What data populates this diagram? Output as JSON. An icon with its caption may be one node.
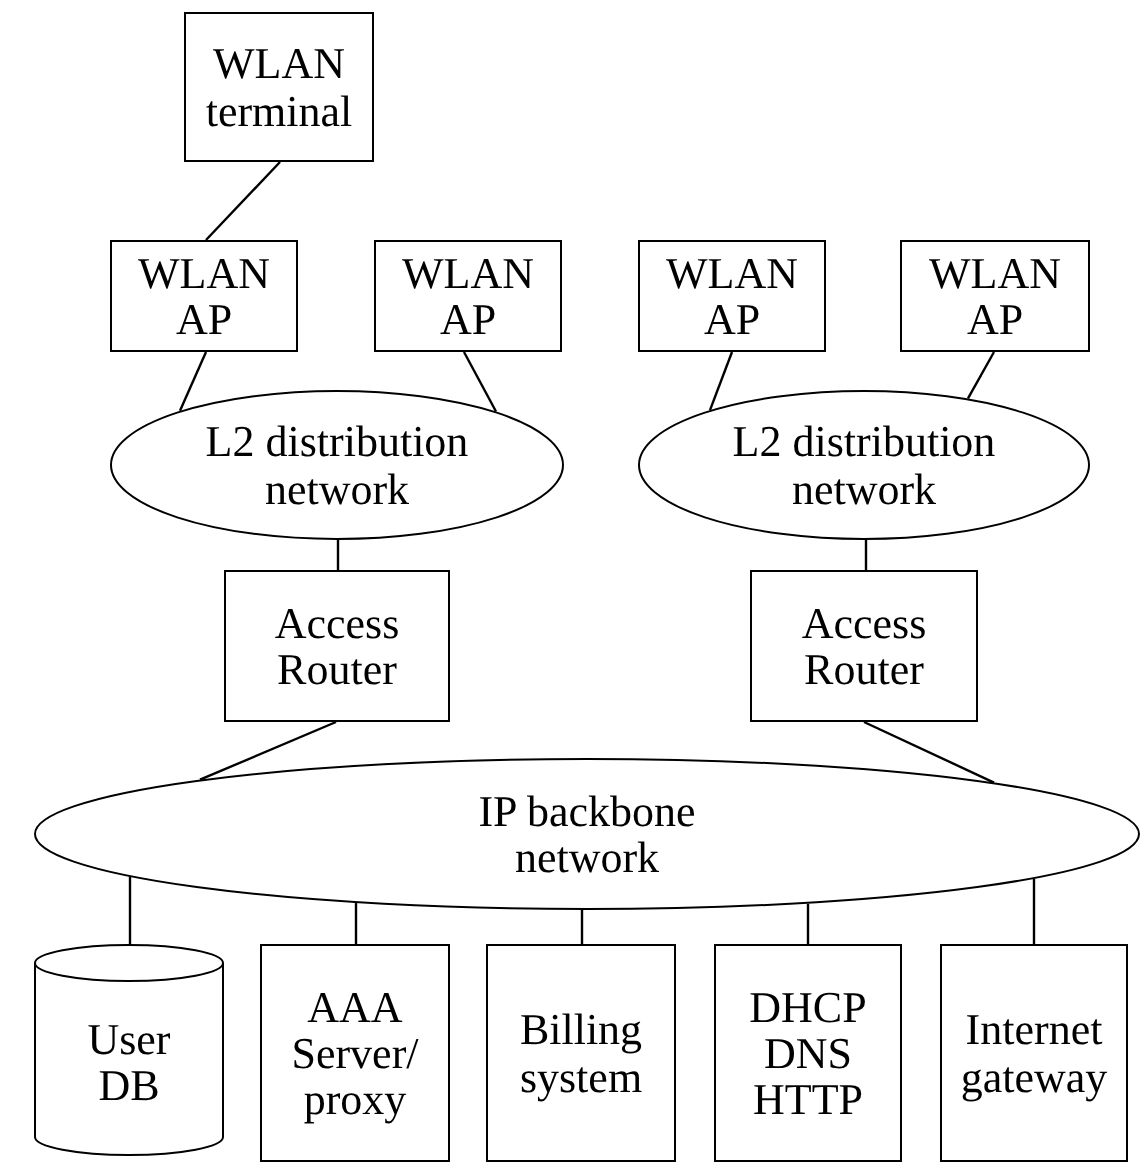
{
  "diagram": {
    "nodes": [
      {
        "text": [
          "WLAN terminal"
        ]
      },
      {
        "text": [
          "WLAN AP"
        ]
      },
      {
        "text": [
          "WLAN AP"
        ]
      },
      {
        "text": [
          "WLAN AP"
        ]
      },
      {
        "text": [
          "WLAN AP"
        ]
      },
      {
        "text": [
          "L2 distribution network"
        ]
      },
      {
        "text": [
          "L2 distribution network"
        ]
      },
      {
        "text": [
          "Access Router"
        ]
      },
      {
        "text": [
          "Access Router"
        ]
      },
      {
        "text": [
          "IP backbone network"
        ]
      },
      {
        "text": [
          "User DB"
        ]
      },
      {
        "text": [
          "AAA Server/ proxy"
        ]
      },
      {
        "text": [
          "Billing system"
        ]
      },
      {
        "text": [
          "DHCP DNS HTTP"
        ]
      },
      {
        "text": [
          "Internet gateway"
        ]
      }
    ],
    "edges": [
      {
        "from": 0,
        "to": 1,
        "arrow": "none"
      },
      {
        "from": 1,
        "to": 5,
        "arrow": "none"
      },
      {
        "from": 2,
        "to": 5,
        "arrow": "none"
      },
      {
        "from": 3,
        "to": 6,
        "arrow": "none"
      },
      {
        "from": 4,
        "to": 6,
        "arrow": "none"
      },
      {
        "from": 5,
        "to": 7,
        "arrow": "none"
      },
      {
        "from": 6,
        "to": 8,
        "arrow": "none"
      },
      {
        "from": 7,
        "to": 9,
        "arrow": "none"
      },
      {
        "from": 8,
        "to": 9,
        "arrow": "none"
      },
      {
        "from": 9,
        "to": 10,
        "arrow": "none"
      },
      {
        "from": 9,
        "to": 11,
        "arrow": "none"
      },
      {
        "from": 9,
        "to": 12,
        "arrow": "none"
      },
      {
        "from": 9,
        "to": 13,
        "arrow": "none"
      },
      {
        "from": 9,
        "to": 14,
        "arrow": "none"
      }
    ]
  }
}
